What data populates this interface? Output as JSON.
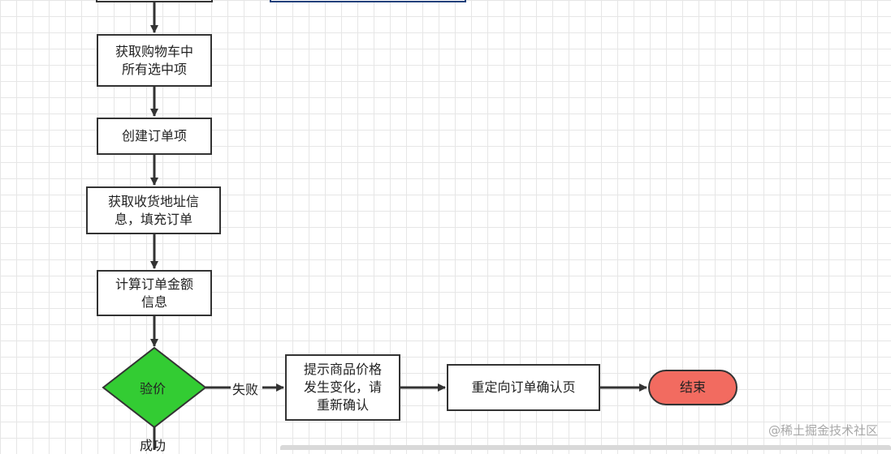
{
  "diagram": {
    "nodes": {
      "get_selected": "获取购物车中\n所有选中项",
      "create_items": "创建订单项",
      "get_address": "获取收货地址信\n息，填充订单",
      "calc_amount": "计算订单金额\n信息",
      "check_price": "验价",
      "price_changed": "提示商品价格\n发生变化，请\n重新确认",
      "redirect": "重定向订单确认页",
      "end": "结束"
    },
    "edge_labels": {
      "fail": "失败",
      "success": "成功"
    },
    "colors": {
      "decision_fill": "#33cc33",
      "terminal_fill": "#f26b60",
      "top_right_border": "#1f3f7a",
      "stroke": "#333333"
    }
  },
  "watermark": "@稀土掘金技术社区"
}
